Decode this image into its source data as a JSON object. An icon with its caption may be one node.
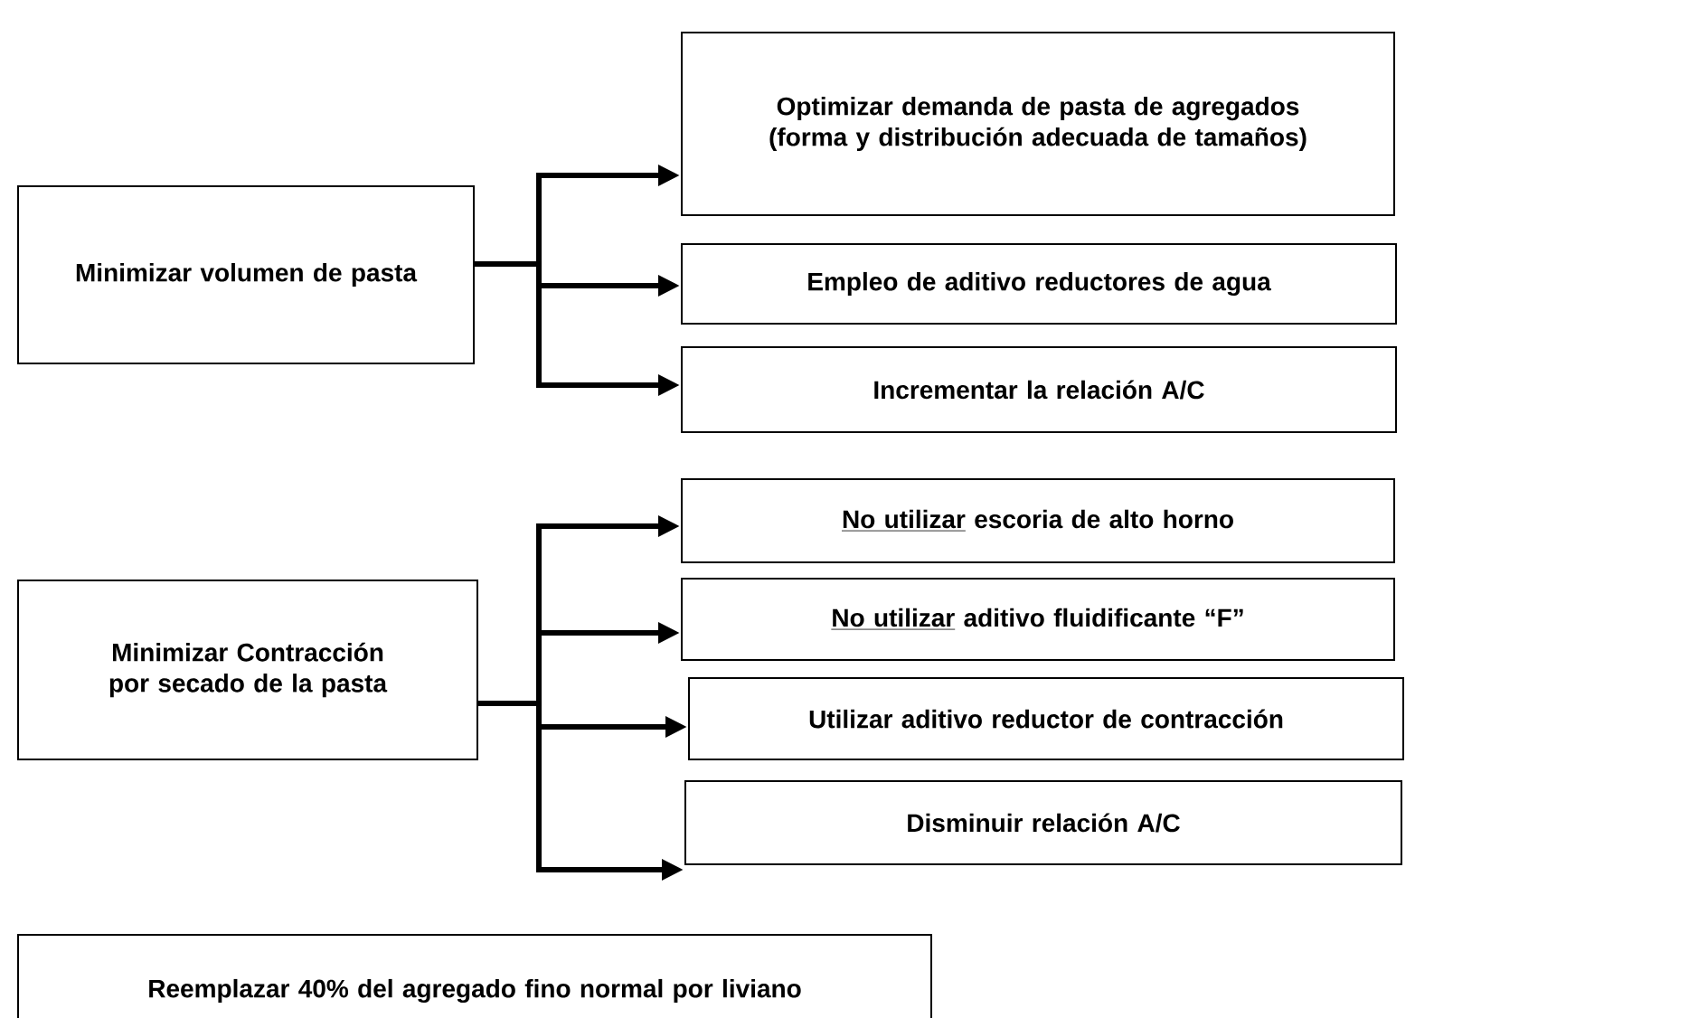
{
  "diagram": {
    "nodes": [
      {
        "text": [
          "Minimizar volumen de pasta"
        ]
      },
      {
        "text": [
          "Optimizar demanda de pasta de agregados (forma y distribución adecuada de tamaños)"
        ]
      },
      {
        "text": [
          "Empleo de aditivo reductores de agua"
        ]
      },
      {
        "text": [
          "Incrementar la relación A/C"
        ]
      },
      {
        "text": [
          "Minimizar Contracción por secado de la pasta"
        ]
      },
      {
        "text": [
          "No utilizar",
          "escoria de alto horno"
        ]
      },
      {
        "text": [
          "No utilizar",
          "aditivo fluidificante “F”"
        ]
      },
      {
        "text": [
          "Utilizar aditivo reductor de contracción"
        ]
      },
      {
        "text": [
          "Disminuir relación A/C"
        ]
      },
      {
        "text": [
          "Reemplazar 40% del agregado fino normal por liviano"
        ]
      }
    ],
    "edges": [
      {
        "from": 0,
        "to": 1,
        "arrow": "to"
      },
      {
        "from": 0,
        "to": 2,
        "arrow": "to"
      },
      {
        "from": 0,
        "to": 3,
        "arrow": "to"
      },
      {
        "from": 4,
        "to": 5,
        "arrow": "to"
      },
      {
        "from": 4,
        "to": 6,
        "arrow": "to"
      },
      {
        "from": 4,
        "to": 7,
        "arrow": "to"
      },
      {
        "from": 4,
        "to": 8,
        "arrow": "to"
      }
    ]
  }
}
